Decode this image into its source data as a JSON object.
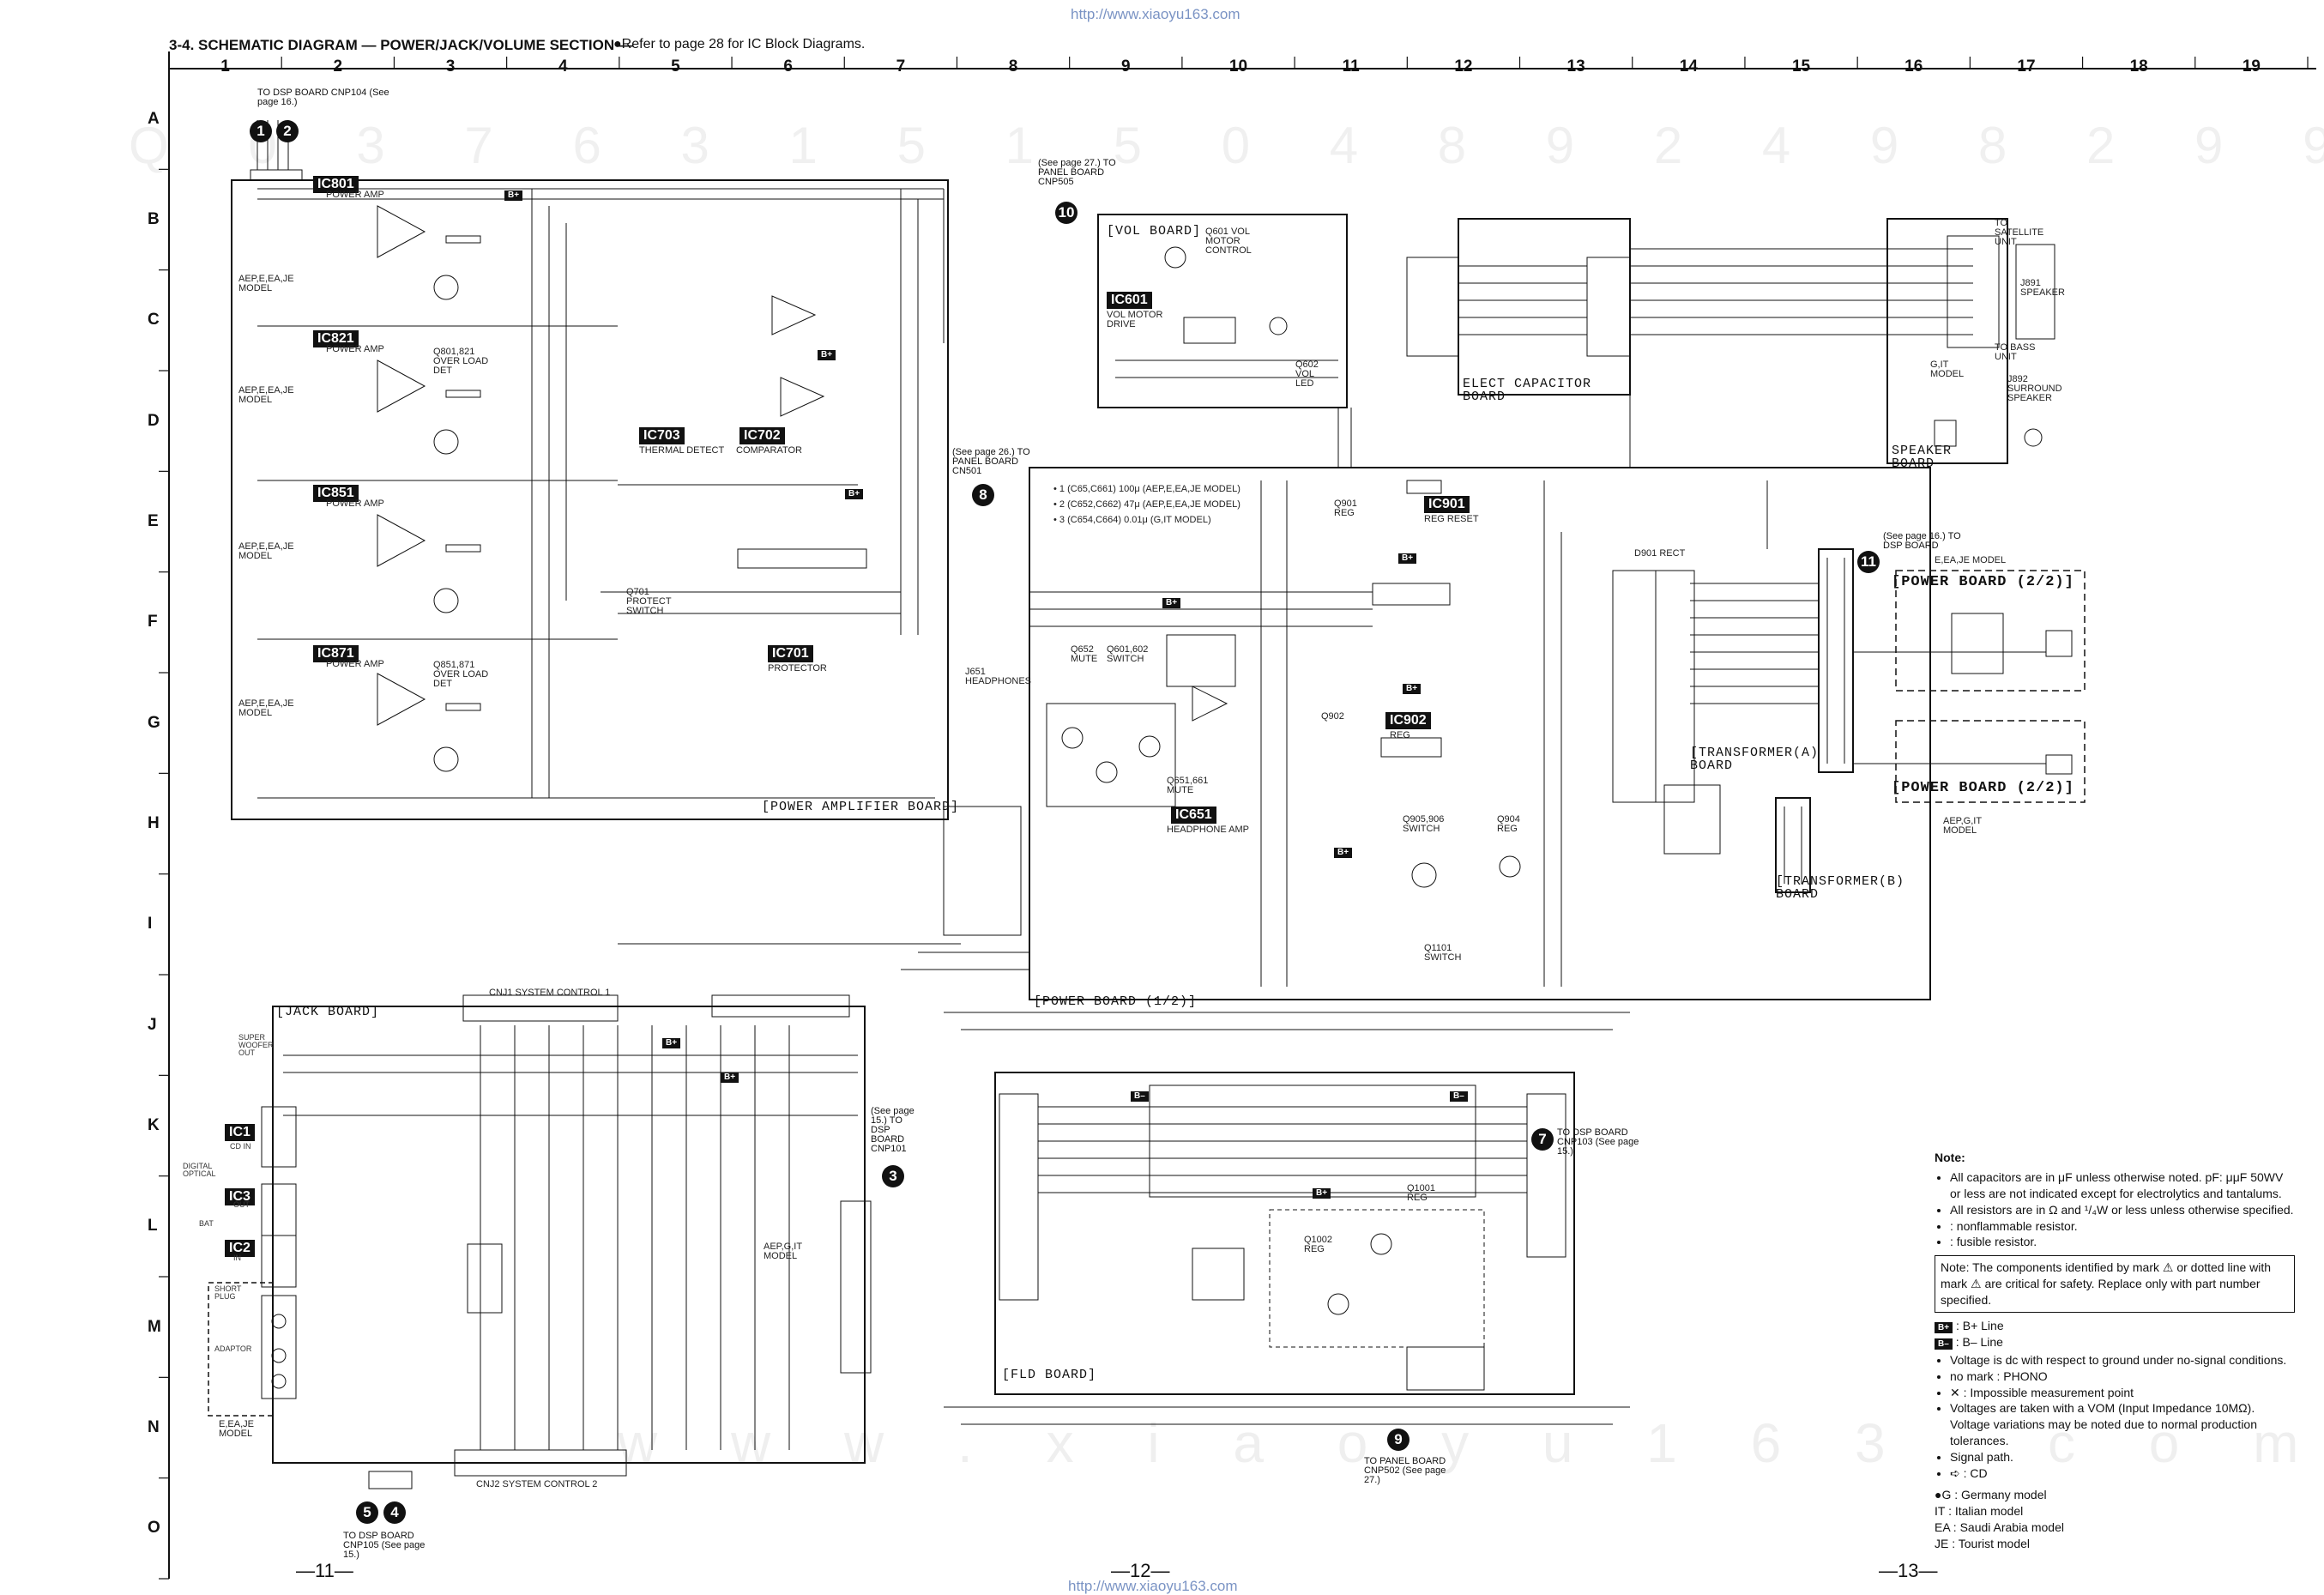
{
  "header": {
    "title": "3-4.  SCHEMATIC DIAGRAM  — POWER/JACK/VOLUME SECTION —",
    "ic_note": "●Refer to page 28 for IC Block Diagrams.",
    "url_top": "http://www.xiaoyu163.com",
    "url_bottom": "http://www.xiaoyu163.com"
  },
  "grid": {
    "columns": [
      "1",
      "2",
      "3",
      "4",
      "5",
      "6",
      "7",
      "8",
      "9",
      "10",
      "11",
      "12",
      "13",
      "14",
      "15",
      "16",
      "17",
      "18",
      "19"
    ],
    "rows": [
      "A",
      "B",
      "C",
      "D",
      "E",
      "F",
      "G",
      "H",
      "I",
      "J",
      "K",
      "L",
      "M",
      "N",
      "O"
    ]
  },
  "boards": {
    "power_amp": "[POWER AMPLIFIER BOARD]",
    "vol": "[VOL BOARD]",
    "elect_cap": "ELECT CAPACITOR BOARD",
    "speaker": "SPEAKER BOARD",
    "power_1": "[POWER BOARD (1/2)]",
    "power_2a": "[POWER BOARD (2/2)]",
    "power_2b": "[POWER BOARD (2/2)]",
    "transformer_a": "[TRANSFORMER(A) BOARD",
    "transformer_b": "[TRANSFORMER(B) BOARD",
    "jack": "[JACK BOARD]",
    "fld": "[FLD BOARD]"
  },
  "ics": {
    "ic801": "IC801",
    "ic821": "IC821",
    "ic851": "IC851",
    "ic871": "IC871",
    "ic703": "IC703",
    "ic702": "IC702",
    "ic701": "IC701",
    "ic601": "IC601",
    "ic901": "IC901",
    "ic902": "IC902",
    "ic651": "IC651",
    "ic1": "IC1",
    "ic2": "IC2",
    "ic3": "IC3"
  },
  "ic_labels": {
    "ic801": "POWER AMP",
    "ic821": "POWER AMP",
    "ic851": "POWER AMP",
    "ic871": "POWER AMP",
    "ic703": "THERMAL DETECT",
    "ic702": "COMPARATOR",
    "ic701": "PROTECTOR",
    "ic601": "VOL MOTOR DRIVE",
    "ic901": "REG RESET",
    "ic902": "REG",
    "ic651": "HEADPHONE AMP"
  },
  "transistors": {
    "q801": "Q801,821 OVER LOAD DET",
    "q851": "Q851,871 OVER LOAD DET",
    "q701": "Q701 PROTECT SWITCH",
    "q601": "Q601 VOL MOTOR CONTROL",
    "q602": "Q602 VOL LED",
    "q901": "Q901 REG",
    "q902": "Q902",
    "q652": "Q652 MUTE",
    "q601_602": "Q601,602 SWITCH",
    "q651": "Q651,661 MUTE",
    "q905": "Q905,906 SWITCH",
    "q904": "Q904 REG",
    "q1101": "Q1101 SWITCH",
    "q1001": "Q1001 REG",
    "q1002": "Q1002 REG",
    "d901": "D901 RECT"
  },
  "connectors": {
    "to_dsp_1": "TO DSP BOARD CNP104 (See page 16.)",
    "to_panel_10": "(See page 27.) TO PANEL BOARD CNP505",
    "to_panel_8": "(See page 26.) TO PANEL BOARD CN501",
    "to_dsp_11": "(See page 16.) TO DSP BOARD",
    "to_dsp_3": "(See page 15.) TO DSP BOARD CNP101",
    "to_dsp_7": "TO DSP BOARD CNP103 (See page 15.)",
    "to_dsp_45": "TO DSP BOARD CNP105 (See page 15.)",
    "to_panel_9": "TO PANEL BOARD CNP502 (See page 27.)",
    "cnj1": "CNJ1 SYSTEM CONTROL 1",
    "cnj2": "CNJ2 SYSTEM CONTROL 2",
    "headphones": "J651 HEADPHONES",
    "speaker": "J891 SPEAKER",
    "surround": "J892 SURROUND SPEAKER",
    "satellite": "TO SATELLITE UNIT",
    "bass": "TO BASS UNIT"
  },
  "markers": {
    "m1": "1",
    "m2": "2",
    "m3": "3",
    "m4": "4",
    "m5": "5",
    "m7": "7",
    "m8": "8",
    "m9": "9",
    "m10": "10",
    "m11": "11"
  },
  "models": {
    "aep1": "AEP,E,EA,JE MODEL",
    "aep2": "AEP,E,EA,JE MODEL",
    "aep3": "AEP,E,EA,JE MODEL",
    "aep4": "AEP,E,EA,JE MODEL",
    "aep_pb": "E,EA,JE MODEL",
    "aep_g": "AEP,G,IT MODEL",
    "gjt": "G,IT MODEL",
    "aep_fld": "AEP,G,IT MODEL",
    "e_ea_je": "E,EA,JE MODEL",
    "cap_note1": "• 1 (C65,C661) 100μ (AEP,E,EA,JE MODEL)",
    "cap_note2": "• 2 (C652,C662) 47μ (AEP,E,EA,JE MODEL)",
    "cap_note3": "• 3 (C654,C664) 0.01μ (G,IT MODEL)"
  },
  "jack_labels": {
    "sub_woofer": "SUPER WOOFER OUT",
    "digital": "DIGITAL OPTICAL",
    "cd_in": "CD IN",
    "out": "OUT",
    "in": "IN",
    "bat": "BAT",
    "adaptor": "ADAPTOR",
    "short_plug": "SHORT PLUG"
  },
  "notes": {
    "heading": "Note:",
    "items": [
      "All capacitors are in μF unless otherwise noted. pF: μμF 50WV or less are not indicated except for electrolytics and tantalums.",
      "All resistors are in Ω and ¹/₄W or less unless otherwise specified.",
      ": nonflammable resistor.",
      ": fusible resistor."
    ],
    "box": "Note: The components identified by mark ⚠ or dotted line with mark ⚠ are critical for safety. Replace only with part number specified.",
    "bplus": "B+",
    "bplus_text": ": B+ Line",
    "bminus": "B–",
    "bminus_text": ": B– Line",
    "voltage": [
      "Voltage is dc with respect to ground under no-signal conditions.",
      "no mark : PHONO",
      "✕   : Impossible measurement point",
      "Voltages are taken with a VOM (Input Impedance 10MΩ). Voltage variations may be noted due to normal production tolerances.",
      "Signal path.",
      "➪ : CD"
    ],
    "legend": [
      "●G :  Germany model",
      "IT :  Italian model",
      "EA :  Saudi Arabia model",
      "JE :  Tourist model"
    ]
  },
  "pages": {
    "p11": "—11—",
    "p12": "—12—",
    "p13": "—13—"
  },
  "watermark": {
    "top": "Q 0 3 7 6 3 1 5 1 5 0 4 8 9 2 4 9 8 2 9 9",
    "bottom": "w w w . x i a o y u 1 6 3 . c o m"
  }
}
